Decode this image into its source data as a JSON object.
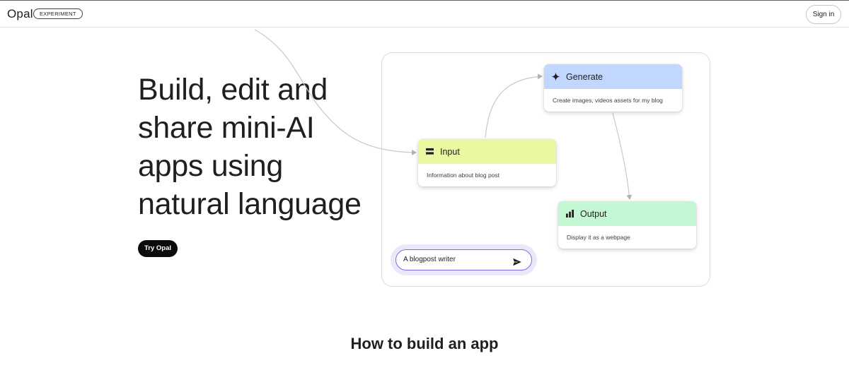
{
  "header": {
    "logo": "Opal",
    "badge": "EXPERIMENT",
    "signin_label": "Sign in"
  },
  "hero": {
    "title_lines": [
      "Build, edit and",
      "share mini-AI",
      "apps using",
      "natural language"
    ],
    "cta_label": "Try Opal"
  },
  "flow": {
    "nodes": {
      "generate": {
        "title": "Generate",
        "description": "Create images, videos assets for my blog",
        "icon": "sparkle-icon",
        "color": "#c2d7ff"
      },
      "input": {
        "title": "Input",
        "description": "Information about blog post",
        "icon": "input-icon",
        "color": "#eaf8a0"
      },
      "output": {
        "title": "Output",
        "description": "Display it as a webpage",
        "icon": "bar-chart-icon",
        "color": "#c4f7d3"
      }
    },
    "prompt": {
      "value": "A blogpost writer",
      "send_icon": "send-icon"
    }
  },
  "section": {
    "title": "How to build an app"
  }
}
